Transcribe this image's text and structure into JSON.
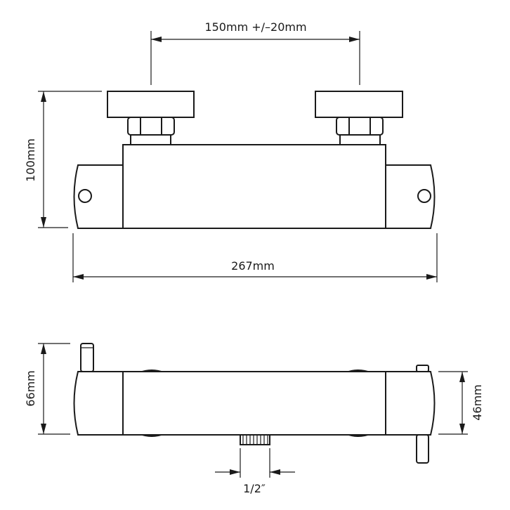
{
  "labels": {
    "centres": "150mm +/–20mm",
    "height_front": "100mm",
    "width": "267mm",
    "depth_body": "66mm",
    "depth_wall": "46mm",
    "inlet": "1/2″"
  }
}
